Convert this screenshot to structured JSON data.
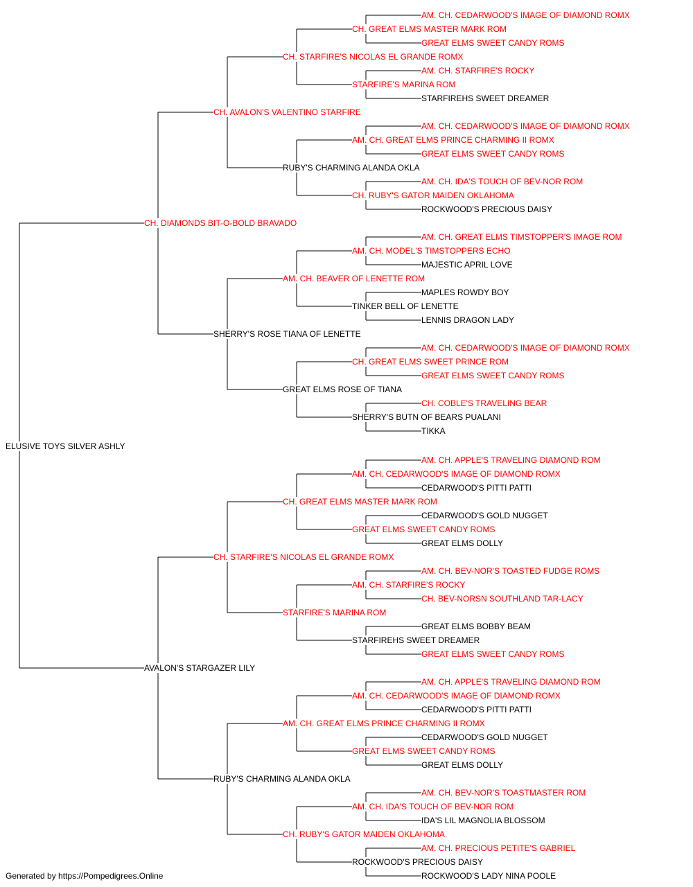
{
  "colors": {
    "champion": "#ff0000",
    "regular": "#000000",
    "line": "#000000"
  },
  "footer": "Generated by https://Pompedigrees.Online",
  "pedigree": {
    "name": "ELUSIVE TOYS SILVER ASHLY",
    "champion": false,
    "sire": {
      "name": "CH. DIAMONDS BIT-O-BOLD BRAVADO",
      "champion": true,
      "sire": {
        "name": "CH. AVALON'S VALENTINO STARFIRE",
        "champion": true,
        "sire": {
          "name": "CH. STARFIRE'S NICOLAS EL GRANDE ROMX",
          "champion": true,
          "sire": {
            "name": "CH. GREAT ELMS MASTER MARK ROM",
            "champion": true,
            "sire": {
              "name": "AM. CH. CEDARWOOD'S IMAGE OF DIAMOND ROMX",
              "champion": true
            },
            "dam": {
              "name": "GREAT ELMS SWEET CANDY ROMS",
              "champion": true
            }
          },
          "dam": {
            "name": "STARFIRE'S MARINA ROM",
            "champion": true,
            "sire": {
              "name": "AM. CH. STARFIRE'S ROCKY",
              "champion": true
            },
            "dam": {
              "name": "STARFIREHS SWEET DREAMER",
              "champion": false
            }
          }
        },
        "dam": {
          "name": "RUBY'S CHARMING ALANDA OKLA",
          "champion": false,
          "sire": {
            "name": "AM. CH. GREAT ELMS PRINCE CHARMING II ROMX",
            "champion": true,
            "sire": {
              "name": "AM. CH. CEDARWOOD'S IMAGE OF DIAMOND ROMX",
              "champion": true
            },
            "dam": {
              "name": "GREAT ELMS SWEET CANDY ROMS",
              "champion": true
            }
          },
          "dam": {
            "name": "CH. RUBY'S GATOR MAIDEN OKLAHOMA",
            "champion": true,
            "sire": {
              "name": "AM. CH. IDA'S TOUCH OF BEV-NOR ROM",
              "champion": true
            },
            "dam": {
              "name": "ROCKWOOD'S PRECIOUS DAISY",
              "champion": false
            }
          }
        }
      },
      "dam": {
        "name": "SHERRY'S ROSE TIANA OF LENETTE",
        "champion": false,
        "sire": {
          "name": "AM. CH. BEAVER OF LENETTE ROM",
          "champion": true,
          "sire": {
            "name": "AM. CH. MODEL'S TIMSTOPPERS ECHO",
            "champion": true,
            "sire": {
              "name": "AM. CH. GREAT ELMS TIMSTOPPER'S IMAGE ROM",
              "champion": true
            },
            "dam": {
              "name": "MAJESTIC APRIL LOVE",
              "champion": false
            }
          },
          "dam": {
            "name": "TINKER BELL OF LENETTE",
            "champion": false,
            "sire": {
              "name": "MAPLES ROWDY BOY",
              "champion": false
            },
            "dam": {
              "name": "LENNIS DRAGON LADY",
              "champion": false
            }
          }
        },
        "dam": {
          "name": "GREAT ELMS ROSE OF TIANA",
          "champion": false,
          "sire": {
            "name": "CH. GREAT ELMS SWEET PRINCE ROM",
            "champion": true,
            "sire": {
              "name": "AM. CH. CEDARWOOD'S IMAGE OF DIAMOND ROMX",
              "champion": true
            },
            "dam": {
              "name": "GREAT ELMS SWEET CANDY ROMS",
              "champion": true
            }
          },
          "dam": {
            "name": "SHERRY'S BUTN OF BEARS PUALANI",
            "champion": false,
            "sire": {
              "name": "CH. COBLE'S TRAVELING BEAR",
              "champion": true
            },
            "dam": {
              "name": "TIKKA",
              "champion": false
            }
          }
        }
      }
    },
    "dam": {
      "name": "AVALON'S STARGAZER LILY",
      "champion": false,
      "sire": {
        "name": "CH. STARFIRE'S NICOLAS EL GRANDE ROMX",
        "champion": true,
        "sire": {
          "name": "CH. GREAT ELMS MASTER MARK ROM",
          "champion": true,
          "sire": {
            "name": "AM. CH. CEDARWOOD'S IMAGE OF DIAMOND ROMX",
            "champion": true,
            "sire": {
              "name": "AM. CH. APPLE'S TRAVELING DIAMOND ROM",
              "champion": true
            },
            "dam": {
              "name": "CEDARWOOD'S PITTI PATTI",
              "champion": false
            }
          },
          "dam": {
            "name": "GREAT ELMS SWEET CANDY ROMS",
            "champion": true,
            "sire": {
              "name": "CEDARWOOD'S GOLD NUGGET",
              "champion": false
            },
            "dam": {
              "name": "GREAT ELMS DOLLY",
              "champion": false
            }
          }
        },
        "dam": {
          "name": "STARFIRE'S MARINA ROM",
          "champion": true,
          "sire": {
            "name": "AM. CH. STARFIRE'S ROCKY",
            "champion": true,
            "sire": {
              "name": "AM. CH. BEV-NOR'S TOASTED FUDGE ROMS",
              "champion": true
            },
            "dam": {
              "name": "CH. BEV-NORSN SOUTHLAND TAR-LACY",
              "champion": true
            }
          },
          "dam": {
            "name": "STARFIREHS SWEET DREAMER",
            "champion": false,
            "sire": {
              "name": "GREAT ELMS BOBBY BEAM",
              "champion": false
            },
            "dam": {
              "name": "GREAT ELMS SWEET CANDY ROMS",
              "champion": true
            }
          }
        }
      },
      "dam": {
        "name": "RUBY'S CHARMING ALANDA OKLA",
        "champion": false,
        "sire": {
          "name": "AM. CH. GREAT ELMS PRINCE CHARMING II ROMX",
          "champion": true,
          "sire": {
            "name": "AM. CH. CEDARWOOD'S IMAGE OF DIAMOND ROMX",
            "champion": true,
            "sire": {
              "name": "AM. CH. APPLE'S TRAVELING DIAMOND ROM",
              "champion": true
            },
            "dam": {
              "name": "CEDARWOOD'S PITTI PATTI",
              "champion": false
            }
          },
          "dam": {
            "name": "GREAT ELMS SWEET CANDY ROMS",
            "champion": true,
            "sire": {
              "name": "CEDARWOOD'S GOLD NUGGET",
              "champion": false
            },
            "dam": {
              "name": "GREAT ELMS DOLLY",
              "champion": false
            }
          }
        },
        "dam": {
          "name": "CH. RUBY'S GATOR MAIDEN OKLAHOMA",
          "champion": true,
          "sire": {
            "name": "AM. CH. IDA'S TOUCH OF BEV-NOR ROM",
            "champion": true,
            "sire": {
              "name": "AM. CH. BEV-NOR'S TOASTMASTER ROM",
              "champion": true
            },
            "dam": {
              "name": "IDA'S LIL MAGNOLIA BLOSSOM",
              "champion": false
            }
          },
          "dam": {
            "name": "ROCKWOOD'S PRECIOUS DAISY",
            "champion": false,
            "sire": {
              "name": "AM. CH. PRECIOUS PETITE'S GABRIEL",
              "champion": true
            },
            "dam": {
              "name": "ROCKWOOD'S LADY NINA POOLE",
              "champion": false
            }
          }
        }
      }
    }
  }
}
